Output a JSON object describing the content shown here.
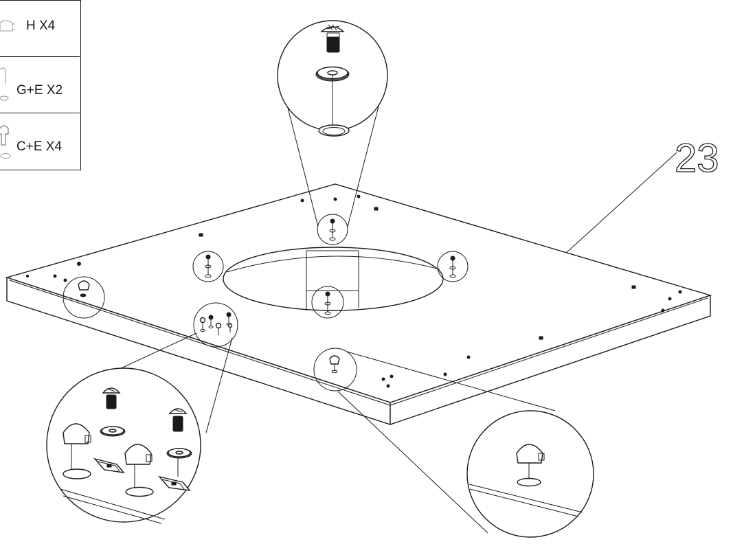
{
  "legend": {
    "rows": [
      {
        "label": "H X4",
        "part_icon": "cap-plug-icon"
      },
      {
        "label": "G+E X2",
        "part_icon": "screw-washer-icon"
      },
      {
        "label": "C+E X4",
        "part_icon": "bolt-washer-icon"
      }
    ]
  },
  "callout": {
    "part_number": "23"
  },
  "colors": {
    "line": "#1a1a1a",
    "background": "#ffffff"
  }
}
